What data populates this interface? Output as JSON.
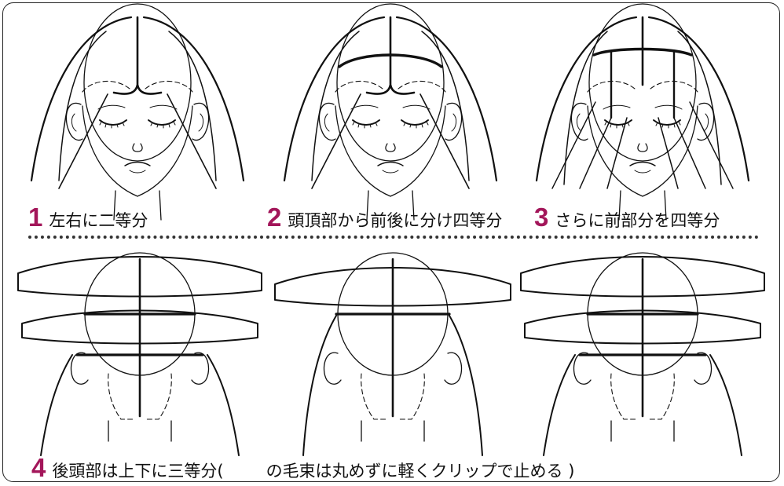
{
  "steps": [
    {
      "num": "1",
      "text": "左右に二等分"
    },
    {
      "num": "2",
      "text": "頭頂部から前後に分け四等分"
    },
    {
      "num": "3",
      "text": "さらに前部分を四等分"
    },
    {
      "num": "4",
      "text_a": "後頭部は上下に三等分(",
      "text_b": "の毛束は丸めずに軽くクリップで止める )"
    }
  ],
  "colors": {
    "number": "#a3165a",
    "line": "#111111"
  }
}
